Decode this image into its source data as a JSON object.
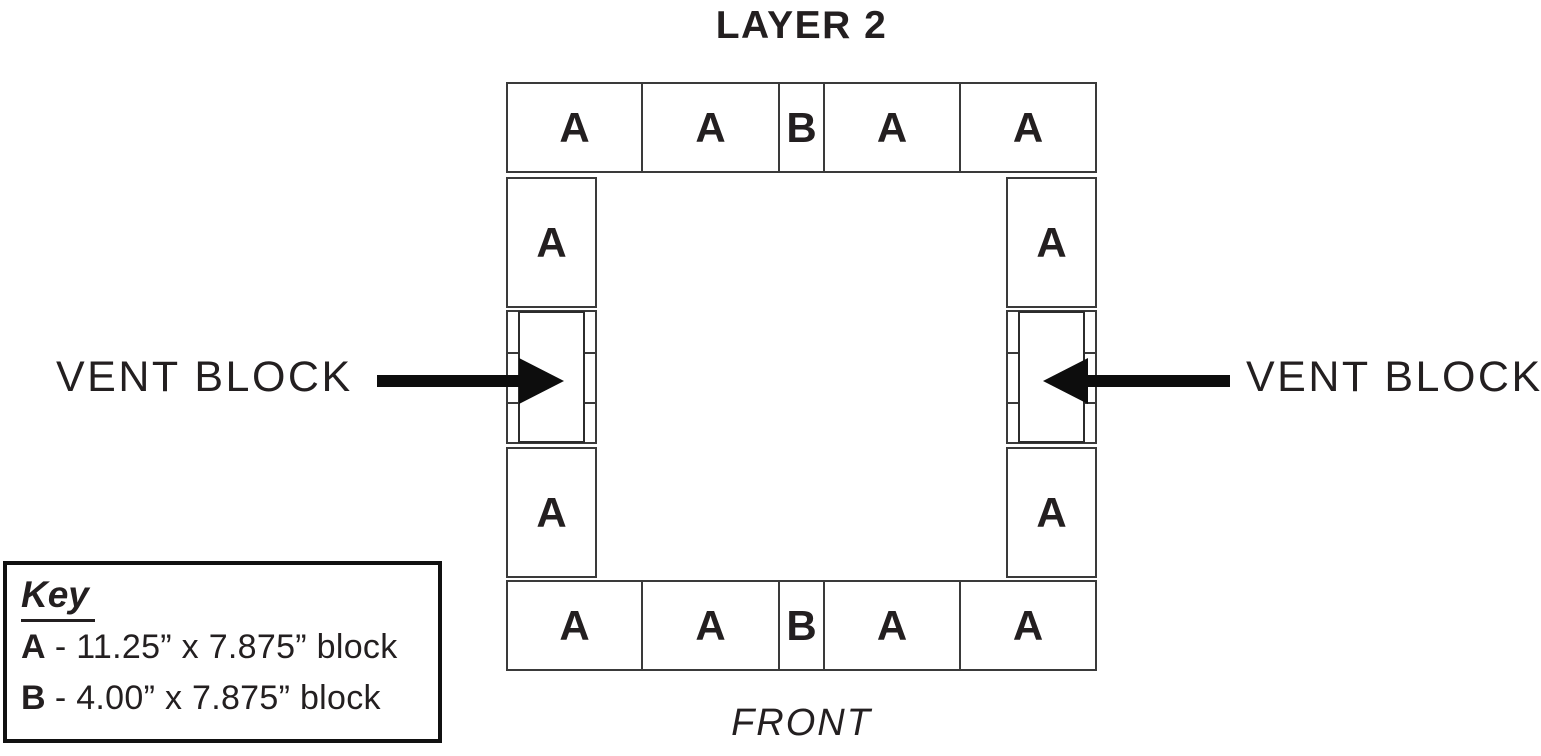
{
  "title": "LAYER 2",
  "front_label": "FRONT",
  "left_callout": {
    "label": "VENT BLOCK"
  },
  "right_callout": {
    "label": "VENT BLOCK"
  },
  "blocks": {
    "top_row": [
      "A",
      "A",
      "B",
      "A",
      "A"
    ],
    "bottom_row": [
      "A",
      "A",
      "B",
      "A",
      "A"
    ],
    "left_column": {
      "top": "A",
      "bottom": "A"
    },
    "right_column": {
      "top": "A",
      "bottom": "A"
    }
  },
  "key": {
    "title": "Key",
    "entries": [
      {
        "code": "A",
        "desc": "- 11.25” x 7.875” block"
      },
      {
        "code": "B",
        "desc": "- 4.00” x 7.875” block"
      }
    ]
  },
  "colors": {
    "ink": "#231f20",
    "line": "#3a3a3a",
    "arrow": "#0d0d0d",
    "background": "#ffffff"
  }
}
